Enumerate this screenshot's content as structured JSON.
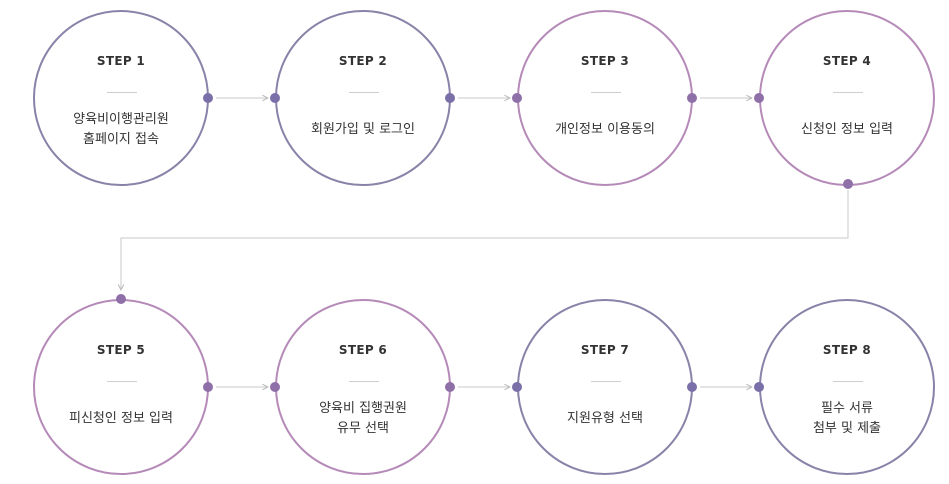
{
  "steps": [
    {
      "label": "STEP 1",
      "text": "양육비이행관리원\n홈페이지 접속"
    },
    {
      "label": "STEP 2",
      "text": "회원가입 및 로그인"
    },
    {
      "label": "STEP 3",
      "text": "개인정보 이용동의"
    },
    {
      "label": "STEP 4",
      "text": "신청인 정보 입력"
    },
    {
      "label": "STEP 5",
      "text": "피신청인 정보 입력"
    },
    {
      "label": "STEP 6",
      "text": "양육비 집행권원\n유무 선택"
    },
    {
      "label": "STEP 7",
      "text": "지원유형 선택"
    },
    {
      "label": "STEP 8",
      "text": "필수 서류\n첨부 및 제출"
    }
  ],
  "colors": {
    "purple": "#8a82a8",
    "pink": "#b58ab8",
    "dot": "#7a6fa8",
    "connector": "#c8c8c8"
  }
}
